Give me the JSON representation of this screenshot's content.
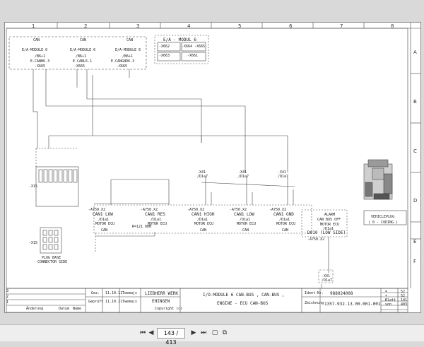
{
  "columns": [
    "1",
    "2",
    "3",
    "4",
    "5",
    "6",
    "7",
    "8"
  ],
  "rows": [
    "A",
    "B",
    "C",
    "D",
    "E",
    "F"
  ],
  "top_boxes": [
    {
      "header": "CAN",
      "module": "E/A-MODULE 6",
      "pin": "/B6+1",
      "signal": "E.CANH6.3",
      "conn": "-X665"
    },
    {
      "header": "CAN",
      "module": "E/A-MODULE 6",
      "pin": "/B6+1",
      "signal": "E.CANL6.1",
      "conn": "-X665"
    },
    {
      "header": "CAN",
      "module": "E/A-MODULE 6",
      "pin": "/B6+1",
      "signal": "E.CANGND6.3",
      "conn": "-X665"
    }
  ],
  "ea_module": {
    "title": "E/A - MODUL 6",
    "cells": [
      "-X662",
      "-X664 -X665",
      "-X663",
      "-X661"
    ]
  },
  "side_plug": {
    "ref": "-X15"
  },
  "connectors": [
    {
      "ref": "-X41",
      "sub": "/D1a7"
    },
    {
      "ref": "-X41",
      "sub": "/D1a7"
    },
    {
      "ref": "-X41",
      "sub": "/D1a7"
    }
  ],
  "ecu_pins": [
    {
      "ref": "-A750.X2",
      "title": "CAN1 LOW",
      "sub": "/D1a1",
      "desc": "MOTOR ECU",
      "bus": "CAN"
    },
    {
      "ref": "-A750.X2",
      "title": "CAN1 RES",
      "sub": "/D1a1",
      "desc": "MOTOR ECU",
      "bus": ""
    },
    {
      "ref": "-A750.X2",
      "title": "CAN1 HIGH",
      "sub": "/D1a1",
      "desc": "MOTOR ECU",
      "bus": "CAN"
    },
    {
      "ref": "-A750.X2",
      "title": "CAN1 LOW",
      "sub": "/D1a1",
      "desc": "MOTOR ECU",
      "bus": "CAN"
    },
    {
      "ref": "-A750.X2",
      "title": "CAN1 GND",
      "sub": "/D1a1",
      "desc": "MOTOR ECU",
      "bus": "CAN"
    }
  ],
  "resistor": "R=121 OHM",
  "alarm": {
    "title": "ALARM",
    "lines": [
      "CAN BUS OFF",
      "MOTOR ECU",
      "/D1a1"
    ],
    "d": "D010 (LOW SIDE)",
    "ref": "-A750.X2"
  },
  "bottom_conn": {
    "ref": "-X41",
    "sub": "/D1a7"
  },
  "plug_base": {
    "ref": "-X15",
    "label1": "PLUG BASE",
    "label2": "CONNECTOR SIDE"
  },
  "vehicleplug": {
    "title": "VEHICLEPLUG",
    "value": "( 0 - CODING )"
  },
  "title_block": {
    "rows": [
      {
        "num": "3",
        "note": ""
      },
      {
        "num": "2",
        "note": ""
      },
      {
        "num": "1",
        "note": ""
      }
    ],
    "head_labels": [
      "Änderung",
      "Datum",
      "Name"
    ],
    "rev_row1": [
      "Gez.",
      "11.10.11",
      "Twemajs"
    ],
    "rev_row2": [
      "Geprüft",
      "11.10.11",
      "Twemajs"
    ],
    "company1": "LIEBHERR WERK",
    "company2": "EHINGEN",
    "copyright": "Copyright (c)",
    "title_line1": "I/O-MODULE 6  CAN-BUS , CAN-BUS ,",
    "title_line2": "ENGINE - ECU CAN-BUS",
    "id_label": "Ident-Nr.",
    "id_value": "988024008",
    "draw_label": "Zeichnung",
    "draw_value": "1357-932.13.00.001-001",
    "right": [
      [
        "=",
        "52"
      ],
      [
        "+",
        "52"
      ],
      [
        "Blatt",
        "141"
      ],
      [
        "von",
        "403"
      ]
    ]
  },
  "viewer": {
    "page": "143 / 413",
    "first": "first-page",
    "prev": "prev-page",
    "next": "next-page",
    "last": "last-page"
  }
}
